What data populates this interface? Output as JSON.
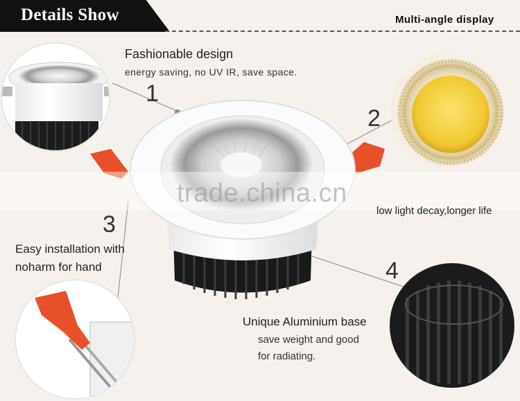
{
  "header": {
    "title": "Details Show",
    "subtitle": "Multi-angle display"
  },
  "features": {
    "one": {
      "number": "1",
      "title": "Fashionable design",
      "description": "energy saving, no  UV IR, save space."
    },
    "two": {
      "number": "2",
      "description": "low light decay,longer life"
    },
    "three": {
      "number": "3",
      "line1": "Easy installation with",
      "line2": "noharm for hand"
    },
    "four": {
      "number": "4",
      "title": "Unique Aluminium base",
      "line1": "save weight and good",
      "line2": "for radiating."
    }
  },
  "watermark": "trade.china.cn",
  "colors": {
    "header_bg": "#111111",
    "page_bg": "#f6f1ec",
    "clip_orange": "#e8502a",
    "cob_yellow": "#f6d23c",
    "heatsink": "#1a1a1a"
  },
  "icons": [
    "downlight-main",
    "downlight-side-view",
    "cob-chip-closeup",
    "spring-clip-closeup",
    "heatsink-closeup"
  ]
}
